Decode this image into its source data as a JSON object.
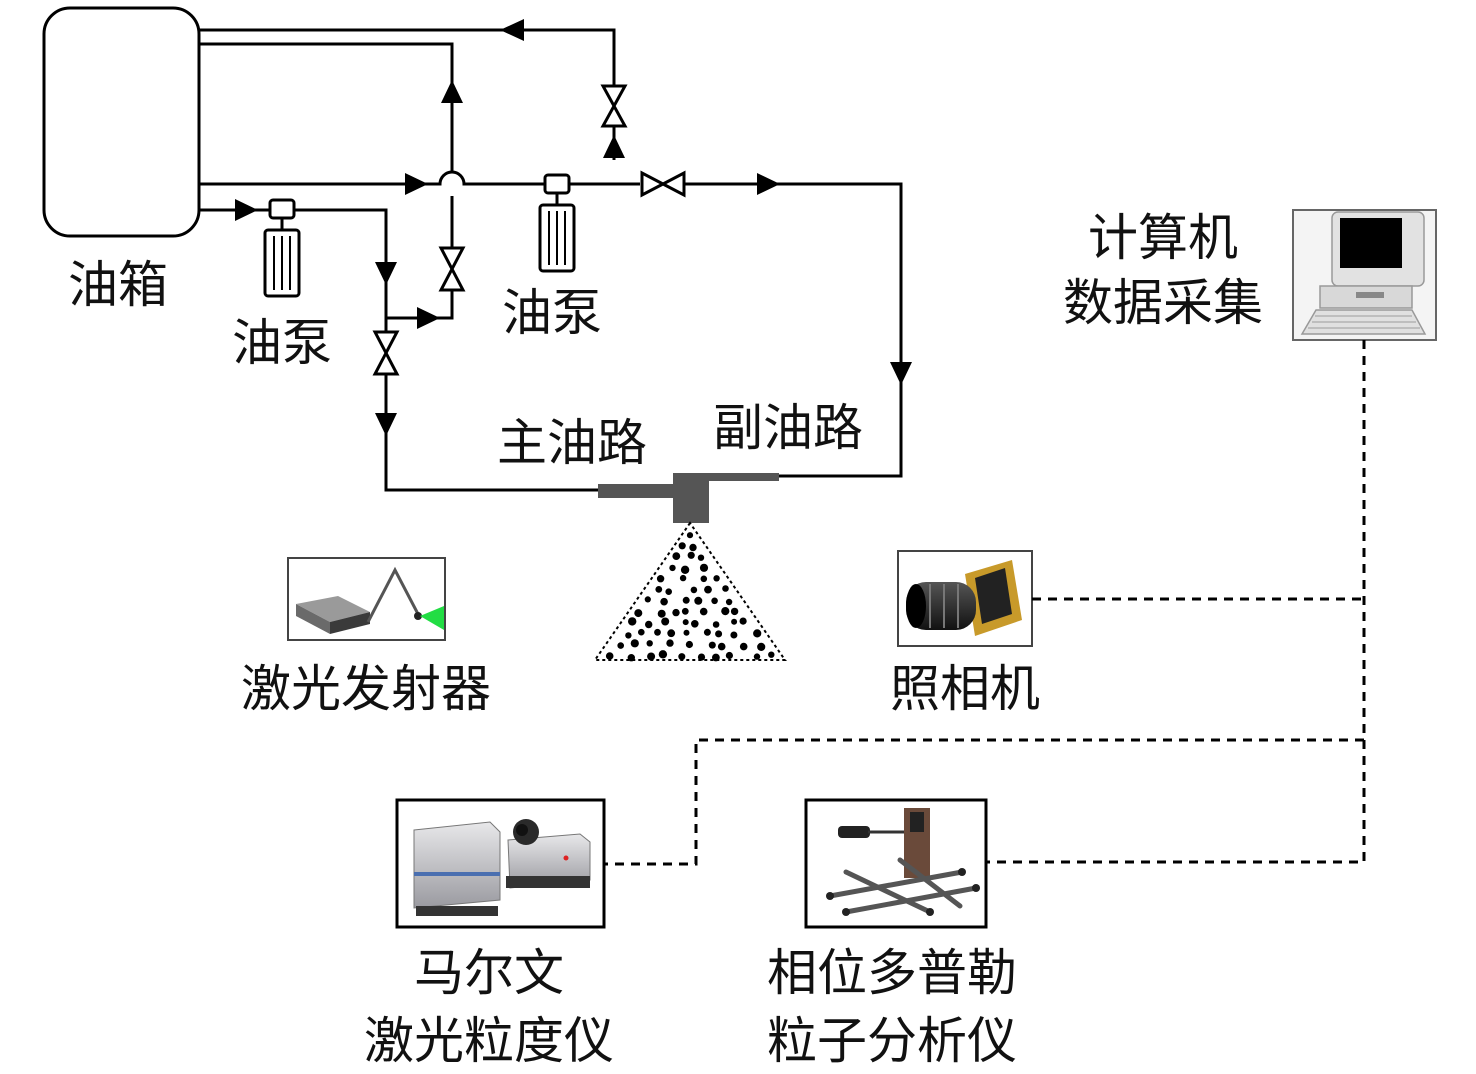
{
  "labels": {
    "tank": "油箱",
    "pump_left": "油泵",
    "pump_middle": "油泵",
    "main_line": "主油路",
    "aux_line": "副油路",
    "computer_line1": "计算机",
    "computer_line2": "数据采集",
    "laser_emitter": "激光发射器",
    "camera": "照相机",
    "malvern_line1": "马尔文",
    "malvern_line2": "激光粒度仪",
    "pdpa_line1": "相位多普勒",
    "pdpa_line2": "粒子分析仪"
  },
  "icons": {
    "computer": "computer-icon",
    "camera": "camera-icon",
    "laser": "laser-emitter-icon",
    "malvern": "malvern-analyzer-icon",
    "pdpa": "pdpa-analyzer-icon"
  },
  "colors": {
    "line": "#000000",
    "nozzle": "#555555",
    "laser_beam": "#22dd44"
  }
}
